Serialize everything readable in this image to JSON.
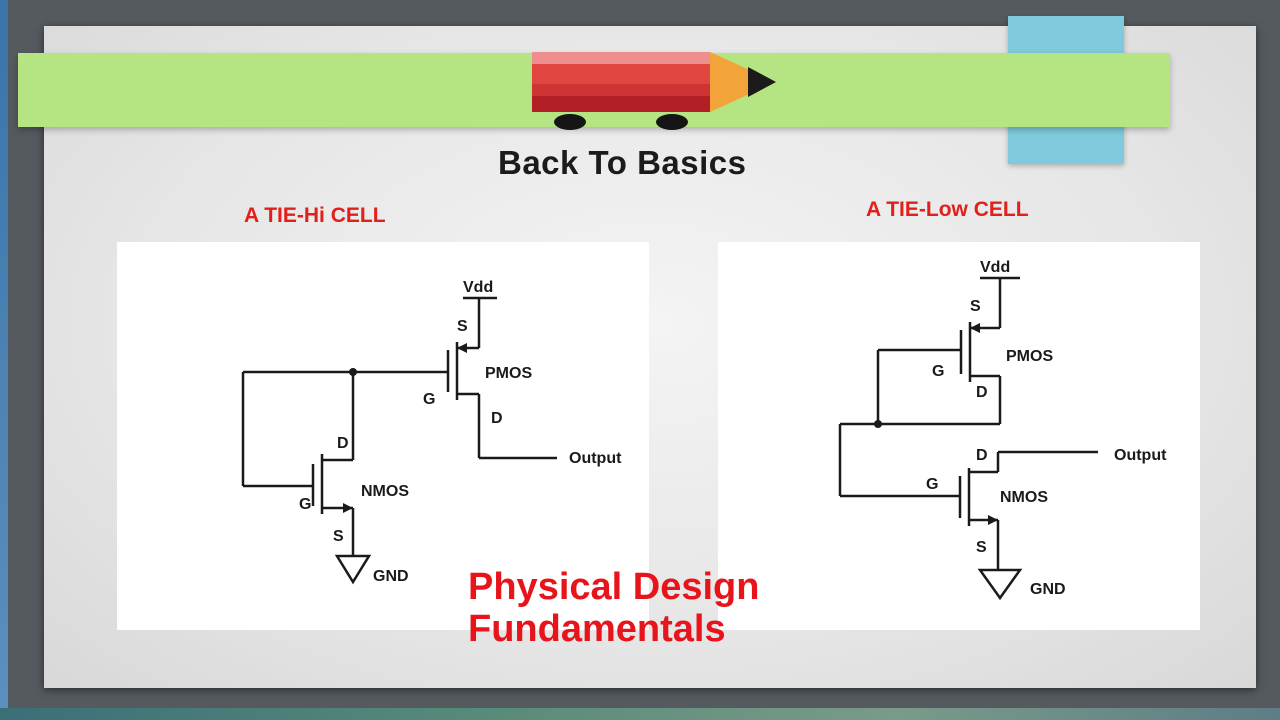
{
  "header": {
    "title": "Back To Basics",
    "colors": {
      "band": "#b4e582",
      "tab": "#7fcadd",
      "accent_red": "#e0201b"
    },
    "decoration_icon": "pencil-car-icon"
  },
  "tie_hi": {
    "title": "A TIE-Hi CELL",
    "labels": {
      "vdd": "Vdd",
      "pmos_s": "S",
      "pmos": "PMOS",
      "pmos_g": "G",
      "pmos_d": "D",
      "output": "Output",
      "nmos_d": "D",
      "nmos": "NMOS",
      "nmos_g": "G",
      "nmos_s": "S",
      "gnd": "GND"
    }
  },
  "tie_low": {
    "title": "A TIE-Low CELL",
    "labels": {
      "vdd": "Vdd",
      "pmos_s": "S",
      "pmos": "PMOS",
      "pmos_g": "G",
      "pmos_d": "D",
      "output": "Output",
      "nmos_d": "D",
      "nmos": "NMOS",
      "nmos_g": "G",
      "nmos_s": "S",
      "gnd": "GND"
    }
  },
  "footer": {
    "line1": "Physical Design",
    "line2": "Fundamentals"
  }
}
